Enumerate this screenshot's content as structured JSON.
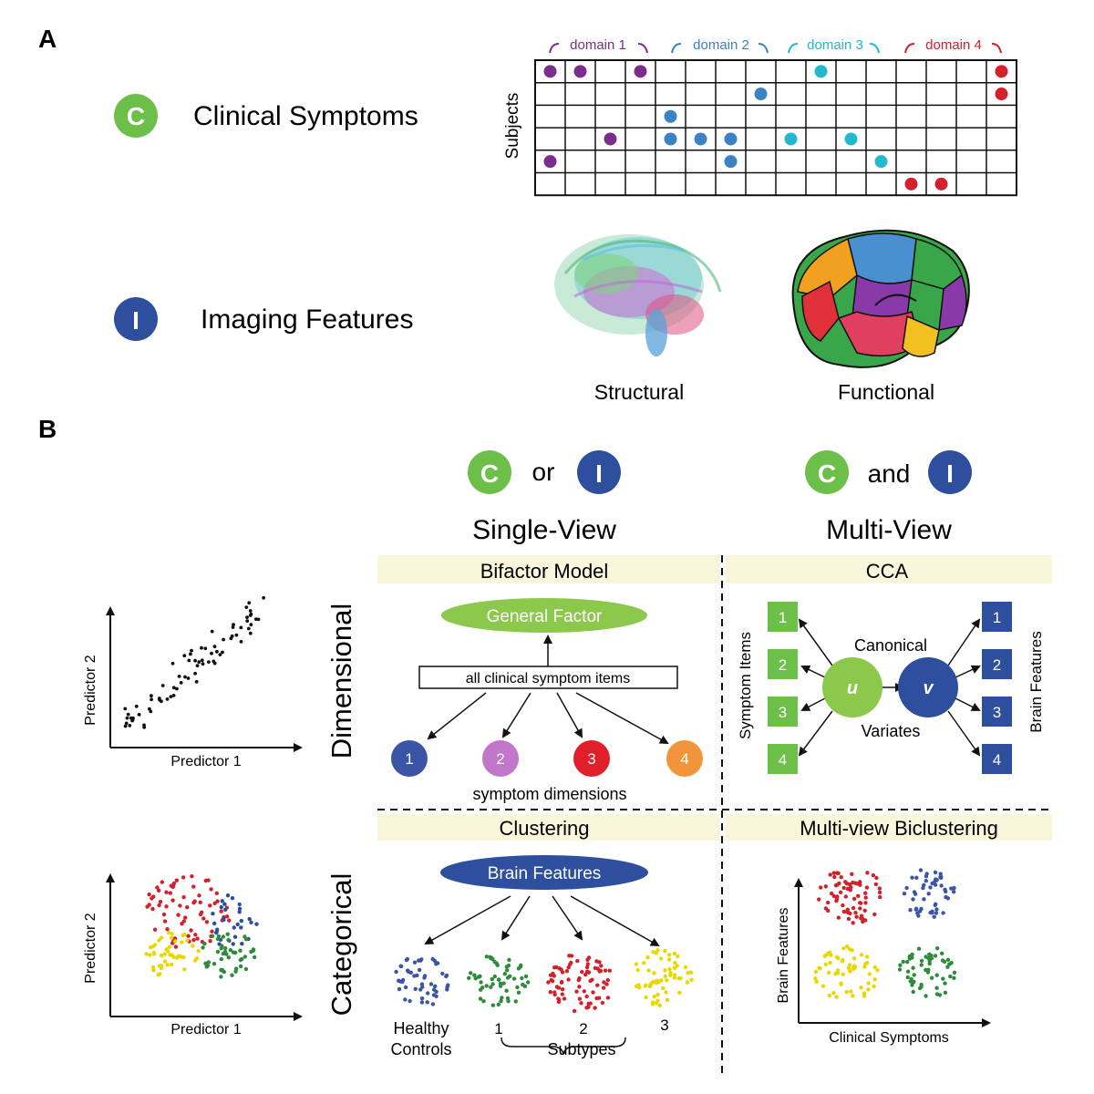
{
  "panel_a": {
    "label": "A",
    "clinical_badge": "C",
    "clinical_label": "Clinical Symptoms",
    "imaging_badge": "I",
    "imaging_label": "Imaging Features",
    "subjects_label": "Subjects",
    "domains": [
      {
        "label": "domain 1",
        "color": "#7b2d8e"
      },
      {
        "label": "domain 2",
        "color": "#3b82c4"
      },
      {
        "label": "domain 3",
        "color": "#23b8cc"
      },
      {
        "label": "domain 4",
        "color": "#d4202a"
      }
    ],
    "structural_label": "Structural",
    "functional_label": "Functional"
  },
  "panel_b": {
    "label": "B",
    "single_badge_left": "C",
    "single_conj": "or",
    "single_badge_right": "I",
    "single_title": "Single-View",
    "multi_badge_left": "C",
    "multi_conj": "and",
    "multi_badge_right": "I",
    "multi_title": "Multi-View",
    "dimensional_label": "Dimensional",
    "categorical_label": "Categorical",
    "bifactor_title": "Bifactor Model",
    "general_factor": "General Factor",
    "all_items": "all clinical symptom items",
    "dims": [
      "1",
      "2",
      "3",
      "4"
    ],
    "symptom_dimensions": "symptom dimensions",
    "cca_title": "CCA",
    "symptom_items_label": "Symptom Items",
    "brain_features_label": "Brain Features",
    "canonical": "Canonical",
    "variates": "Variates",
    "u": "u",
    "v": "v",
    "cca_items_left": [
      "1",
      "2",
      "3",
      "4"
    ],
    "cca_items_right": [
      "1",
      "2",
      "3",
      "4"
    ],
    "clustering_title": "Clustering",
    "brain_features_ellipse": "Brain Features",
    "healthy_1": "Healthy",
    "healthy_2": "Controls",
    "subtype_nums": [
      "1",
      "2",
      "3"
    ],
    "subtypes": "Subtypes",
    "mvbc_title": "Multi-view Biclustering",
    "mvbc_y": "Brain Features",
    "mvbc_x": "Clinical Symptoms",
    "predictor1": "Predictor 1",
    "predictor2": "Predictor 2",
    "predictor1_b": "Predictor 1",
    "predictor2_b": "Predictor 2"
  },
  "colors": {
    "green": "#6cc04a",
    "blue": "#2e4e9e",
    "purple": "#7b2d8e",
    "dom_blue": "#3b82c4",
    "cyan": "#23b8cc",
    "red": "#d4202a",
    "dim2": "#c176c9",
    "dim3": "#e01f2a",
    "dim4": "#f2953a",
    "yellow": "#f2e200",
    "cluster_green": "#2e8b3a",
    "title_bg": "#faf6dc"
  }
}
